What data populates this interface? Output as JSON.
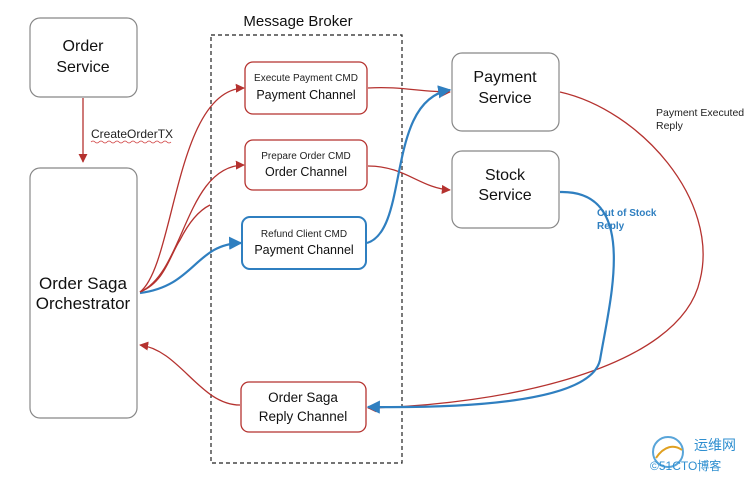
{
  "broker": {
    "title": "Message Broker"
  },
  "order_service": {
    "line1": "Order",
    "line2": "Service"
  },
  "create_order_label": "CreateOrderTX",
  "orchestrator": {
    "line1": "Order Saga",
    "line2": "Orchestrator"
  },
  "channels": {
    "execute_payment": {
      "command": "Execute Payment CMD",
      "channel": "Payment Channel"
    },
    "prepare_order": {
      "command": "Prepare Order CMD",
      "channel": "Order Channel"
    },
    "refund_client": {
      "command": "Refund Client CMD",
      "channel": "Payment Channel"
    },
    "reply": {
      "line1": "Order Saga",
      "line2": "Reply Channel"
    }
  },
  "payment_service": {
    "line1": "Payment",
    "line2": "Service"
  },
  "stock_service": {
    "line1": "Stock",
    "line2": "Service"
  },
  "labels": {
    "payment_executed_line1": "Payment Executed",
    "payment_executed_line2": "Reply",
    "out_of_stock_line1": "Out of Stock",
    "out_of_stock_line2": "Reply"
  },
  "watermark": {
    "line1": "运维网",
    "line2": "©51CTO博客"
  },
  "colors": {
    "red_arrow": "#b5322f",
    "blue_arrow": "#2f7fc0",
    "box_border": "#888888"
  }
}
